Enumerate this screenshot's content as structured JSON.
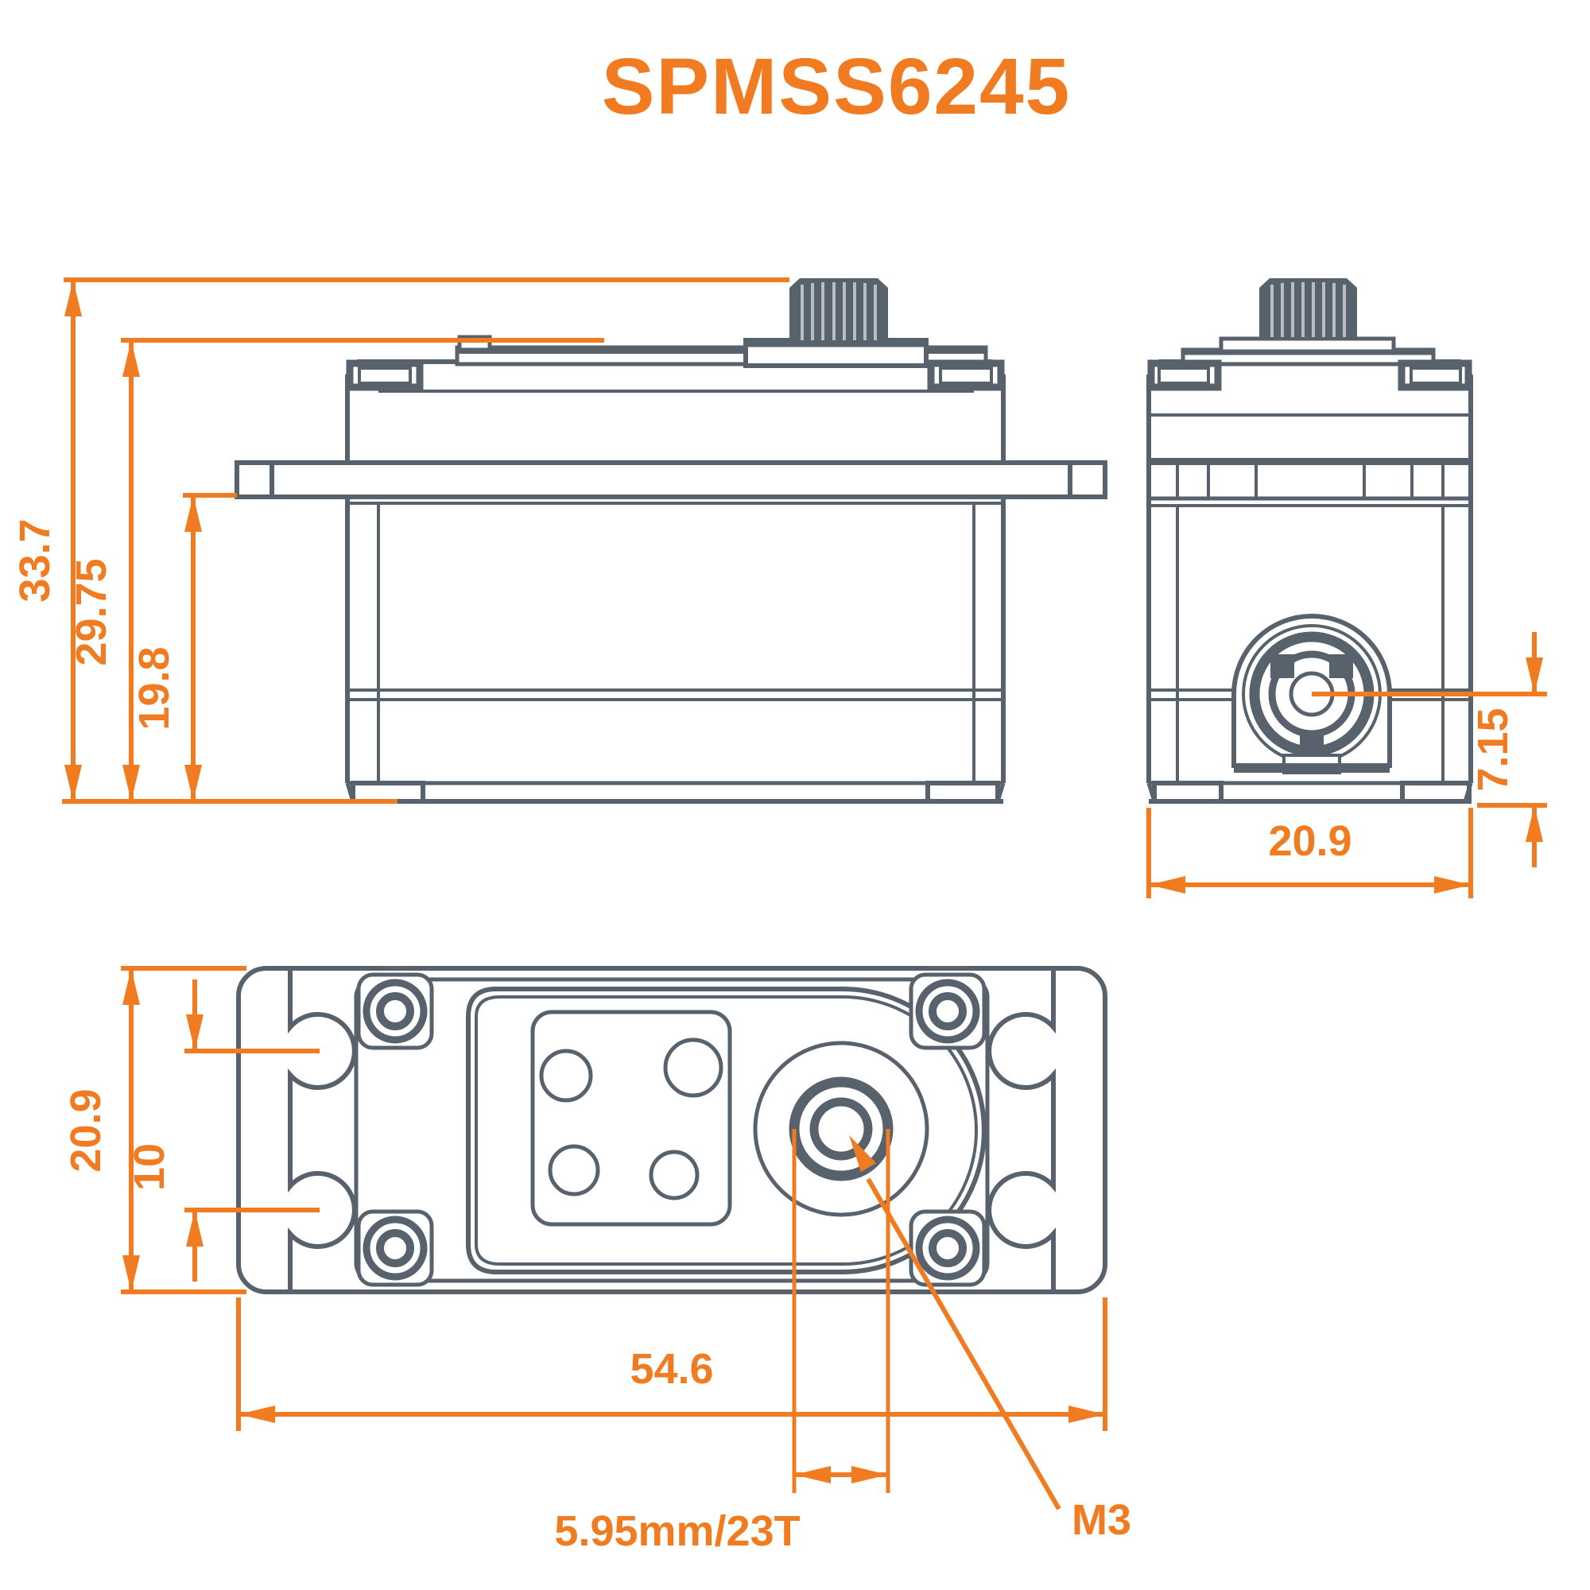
{
  "title": "SPMSS6245",
  "colors": {
    "accent": "#F07B21",
    "line": "#57626C",
    "background": "#FFFFFF"
  },
  "drawing_type": "servo dimensional drawing, three orthographic views",
  "dimensions": {
    "front": {
      "overall_height": "33.7",
      "case_height": "29.75",
      "flange_height": "19.8"
    },
    "side": {
      "width": "20.9",
      "output_offset": "7.15"
    },
    "bottom": {
      "width": "20.9",
      "notch_spacing": "10",
      "length": "54.6",
      "spline": "5.95mm/23T",
      "thread": "M3"
    }
  }
}
